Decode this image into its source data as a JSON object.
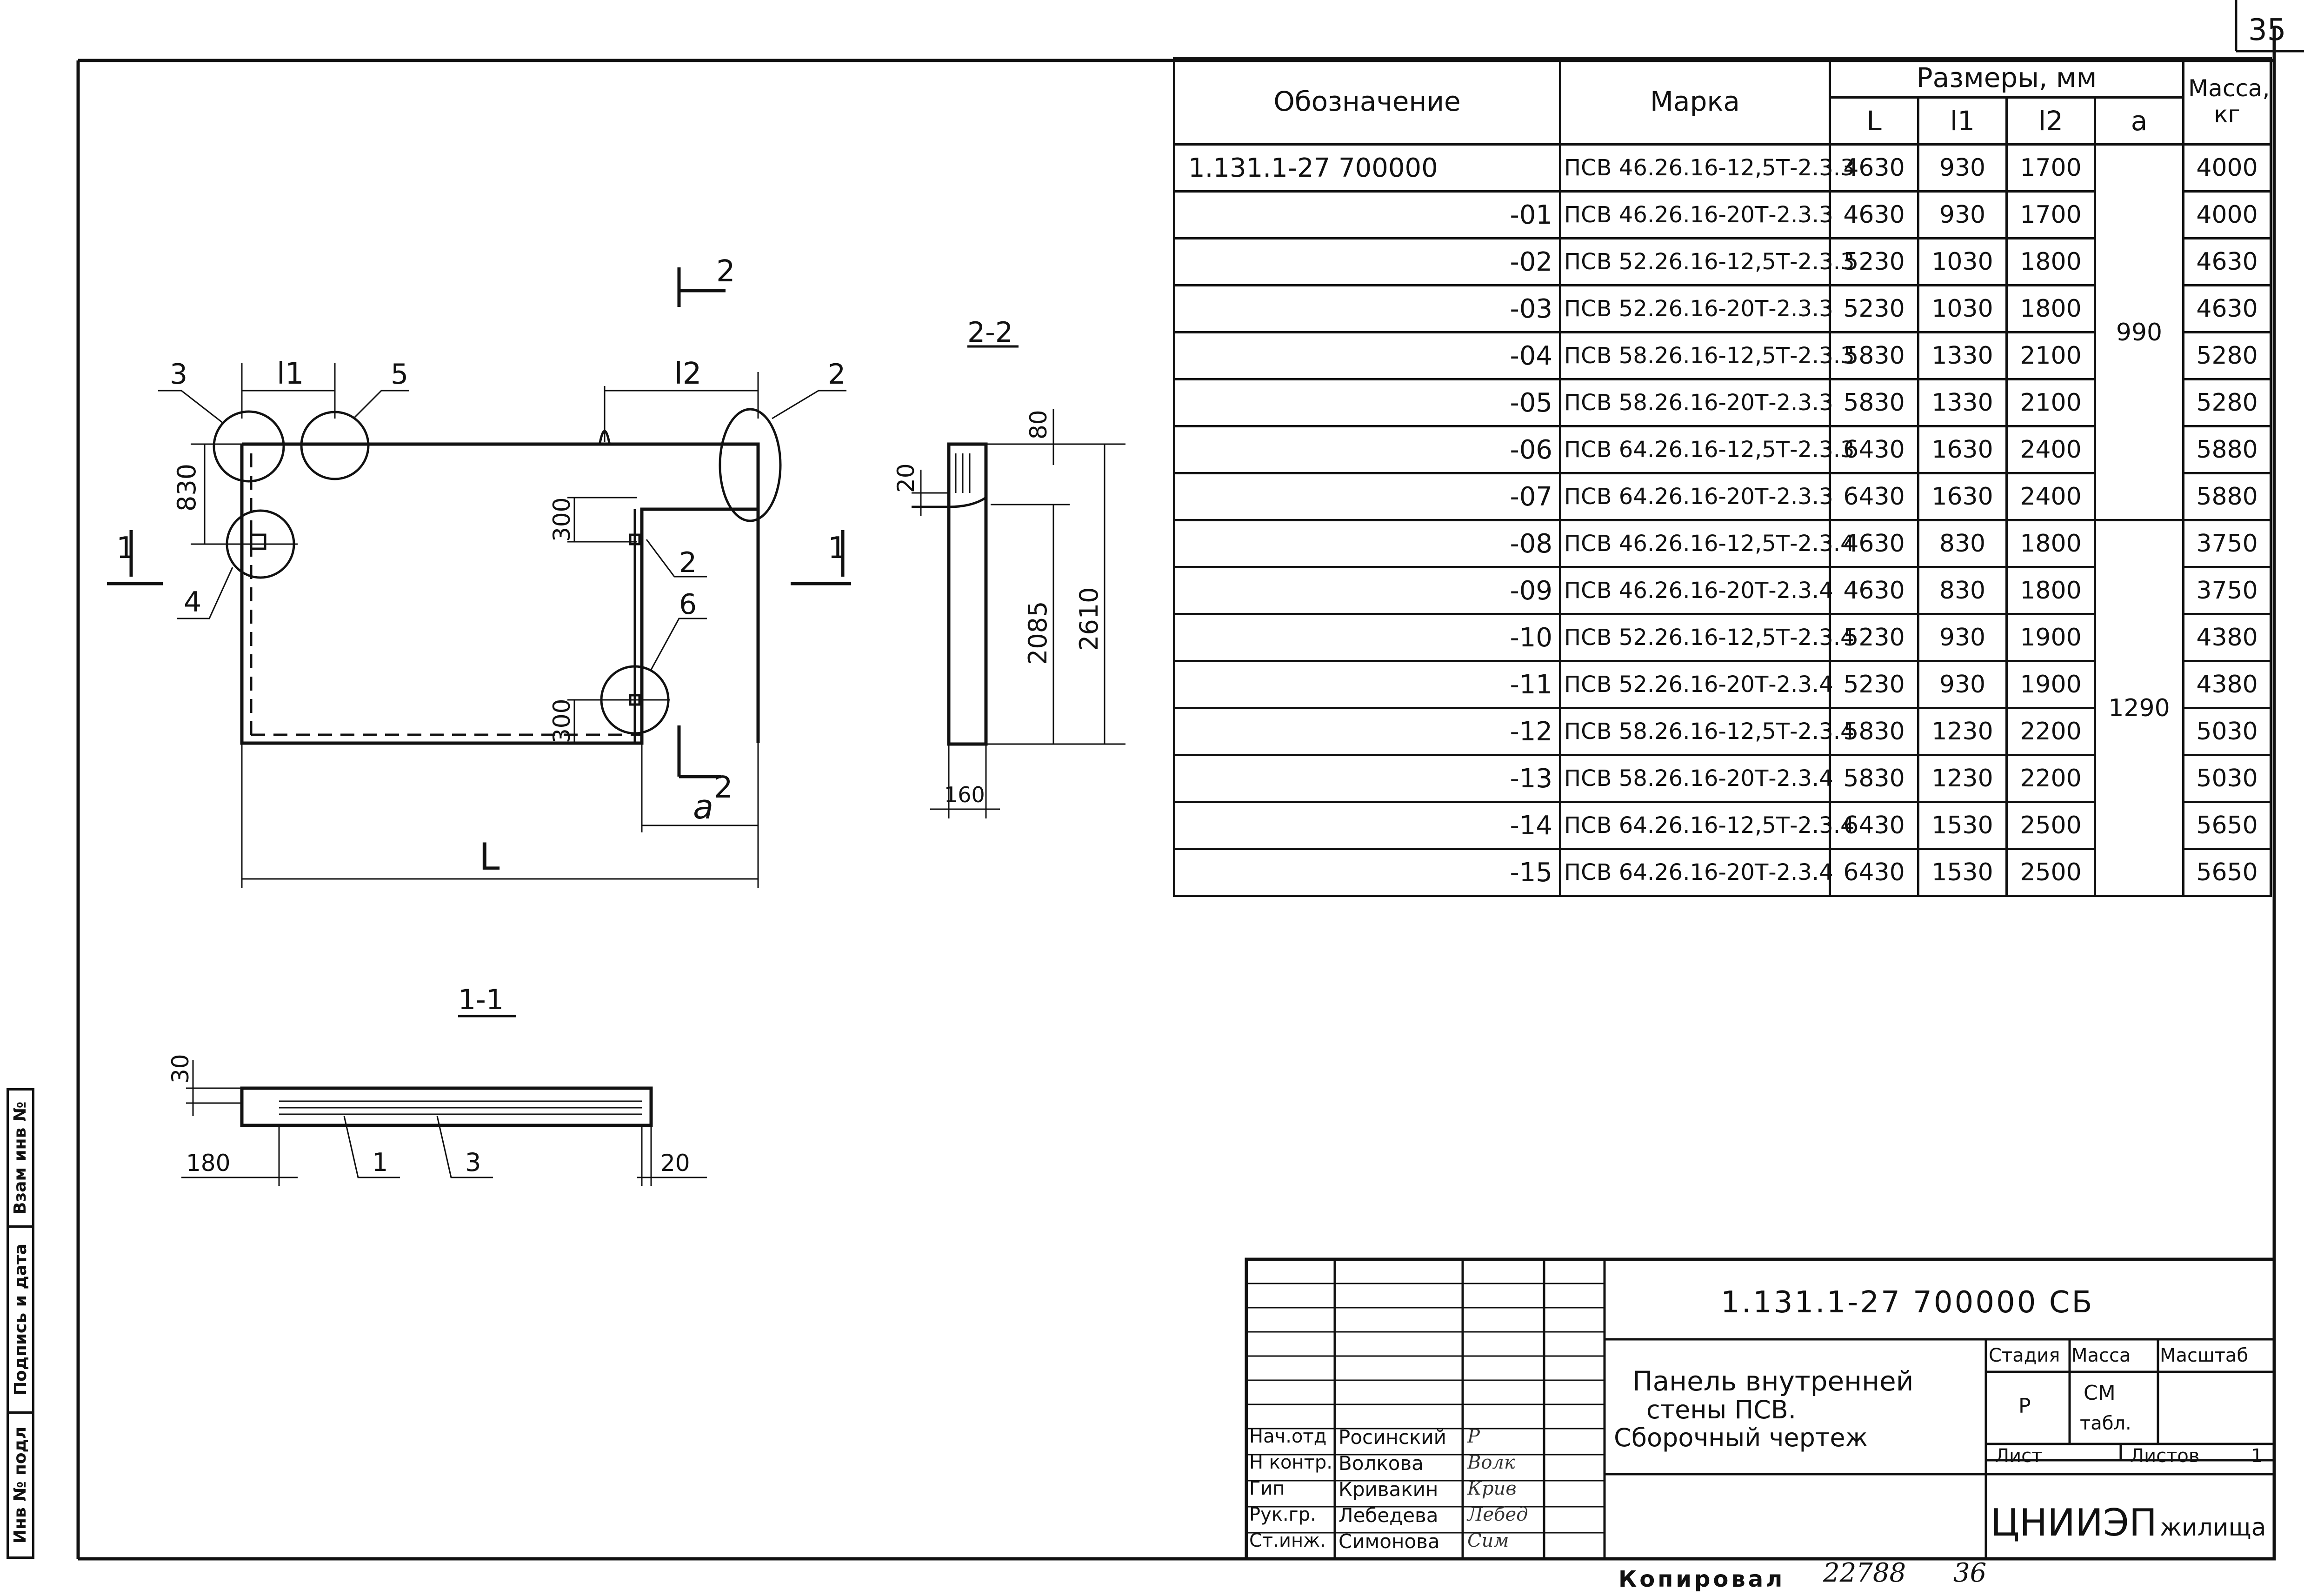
{
  "sheet_number": "35",
  "spec_table": {
    "headers": {
      "designation": "Обозначение",
      "mark": "Марка",
      "sizes_group": "Размеры, мм",
      "L": "L",
      "l1": "l1",
      "l2": "l2",
      "a": "a",
      "mass": "Масса, кг"
    },
    "a_values": [
      "990",
      "1290"
    ],
    "rows": [
      {
        "designation": "1.131.1-27  700000",
        "mark": "ПСВ 46.26.16-12,5Т-2.3.3",
        "L": "4630",
        "l1": "930",
        "l2": "1700",
        "mass": "4000"
      },
      {
        "designation": "-01",
        "mark": "ПСВ 46.26.16-20Т-2.3.3",
        "L": "4630",
        "l1": "930",
        "l2": "1700",
        "mass": "4000"
      },
      {
        "designation": "-02",
        "mark": "ПСВ 52.26.16-12,5Т-2.3.3",
        "L": "5230",
        "l1": "1030",
        "l2": "1800",
        "mass": "4630"
      },
      {
        "designation": "-03",
        "mark": "ПСВ 52.26.16-20Т-2.3.3",
        "L": "5230",
        "l1": "1030",
        "l2": "1800",
        "mass": "4630"
      },
      {
        "designation": "-04",
        "mark": "ПСВ 58.26.16-12,5Т-2.3.3",
        "L": "5830",
        "l1": "1330",
        "l2": "2100",
        "mass": "5280"
      },
      {
        "designation": "-05",
        "mark": "ПСВ 58.26.16-20Т-2.3.3",
        "L": "5830",
        "l1": "1330",
        "l2": "2100",
        "mass": "5280"
      },
      {
        "designation": "-06",
        "mark": "ПСВ 64.26.16-12,5Т-2.3.3",
        "L": "6430",
        "l1": "1630",
        "l2": "2400",
        "mass": "5880"
      },
      {
        "designation": "-07",
        "mark": "ПСВ 64.26.16-20Т-2.3.3",
        "L": "6430",
        "l1": "1630",
        "l2": "2400",
        "mass": "5880"
      },
      {
        "designation": "-08",
        "mark": "ПСВ 46.26.16-12,5Т-2.3.4",
        "L": "4630",
        "l1": "830",
        "l2": "1800",
        "mass": "3750"
      },
      {
        "designation": "-09",
        "mark": "ПСВ 46.26.16-20Т-2.3.4",
        "L": "4630",
        "l1": "830",
        "l2": "1800",
        "mass": "3750"
      },
      {
        "designation": "-10",
        "mark": "ПСВ 52.26.16-12,5Т-2.3.4",
        "L": "5230",
        "l1": "930",
        "l2": "1900",
        "mass": "4380"
      },
      {
        "designation": "-11",
        "mark": "ПСВ 52.26.16-20Т-2.3.4",
        "L": "5230",
        "l1": "930",
        "l2": "1900",
        "mass": "4380"
      },
      {
        "designation": "-12",
        "mark": "ПСВ 58.26.16-12,5Т-2.3.4",
        "L": "5830",
        "l1": "1230",
        "l2": "2200",
        "mass": "5030"
      },
      {
        "designation": "-13",
        "mark": "ПСВ 58.26.16-20Т-2.3.4",
        "L": "5830",
        "l1": "1230",
        "l2": "2200",
        "mass": "5030"
      },
      {
        "designation": "-14",
        "mark": "ПСВ 64.26.16-12,5Т-2.3.4",
        "L": "6430",
        "l1": "1530",
        "l2": "2500",
        "mass": "5650"
      },
      {
        "designation": "-15",
        "mark": "ПСВ 64.26.16-20Т-2.3.4",
        "L": "6430",
        "l1": "1530",
        "l2": "2500",
        "mass": "5650"
      }
    ]
  },
  "drawing": {
    "section_22_title": "2-2",
    "section_11_title": "1-1",
    "section_mark_1": "1",
    "section_mark_2": "2",
    "dim_l1": "l1",
    "dim_l2": "l2",
    "dim_L": "L",
    "dim_a": "a",
    "dim_830": "830",
    "dim_300_top": "300",
    "dim_300_bottom": "300",
    "dim_80": "80",
    "dim_20_top": "20",
    "dim_2085": "2085",
    "dim_2610": "2610",
    "dim_160": "160",
    "dim_30": "30",
    "dim_180": "180",
    "dim_20_bottom": "20",
    "callouts": [
      "1",
      "2",
      "3",
      "4",
      "5",
      "6"
    ]
  },
  "title_block": {
    "doc_code": "1.131.1-27  700000 СБ",
    "title_line1": "Панель внутренней",
    "title_line2": "стены ПСВ.",
    "title_line3": "Сборочный чертеж",
    "stage_label": "Стадия",
    "mass_label": "Масса",
    "scale_label": "Масштаб",
    "stage_value": "Р",
    "mass_value_1": "СМ",
    "mass_value_2": "табл.",
    "sheet_label": "Лист",
    "sheets_label": "Листов",
    "sheets_value": "1",
    "org": "ЦНИИЭП",
    "org_suffix": "жилища",
    "staff": [
      {
        "role": "Нач.отд",
        "name": "Росинский",
        "signature": "Р"
      },
      {
        "role": "Н контр.",
        "name": "Волкова",
        "signature": "Волк"
      },
      {
        "role": "Гип",
        "name": "Кривакин",
        "signature": "Крив"
      },
      {
        "role": "Рук.гр.",
        "name": "Лебедева",
        "signature": "Лебед"
      },
      {
        "role": "Ст.инж.",
        "name": "Симонова",
        "signature": "Сим"
      }
    ]
  },
  "footer": {
    "copied_label": "Копировал",
    "copy_number": "22788",
    "copy_page": "36"
  },
  "side_strip": {
    "inv_podl": "Инв № подл",
    "sign_date": "Подпись и дата",
    "vzam_inv": "Взам инв №"
  }
}
